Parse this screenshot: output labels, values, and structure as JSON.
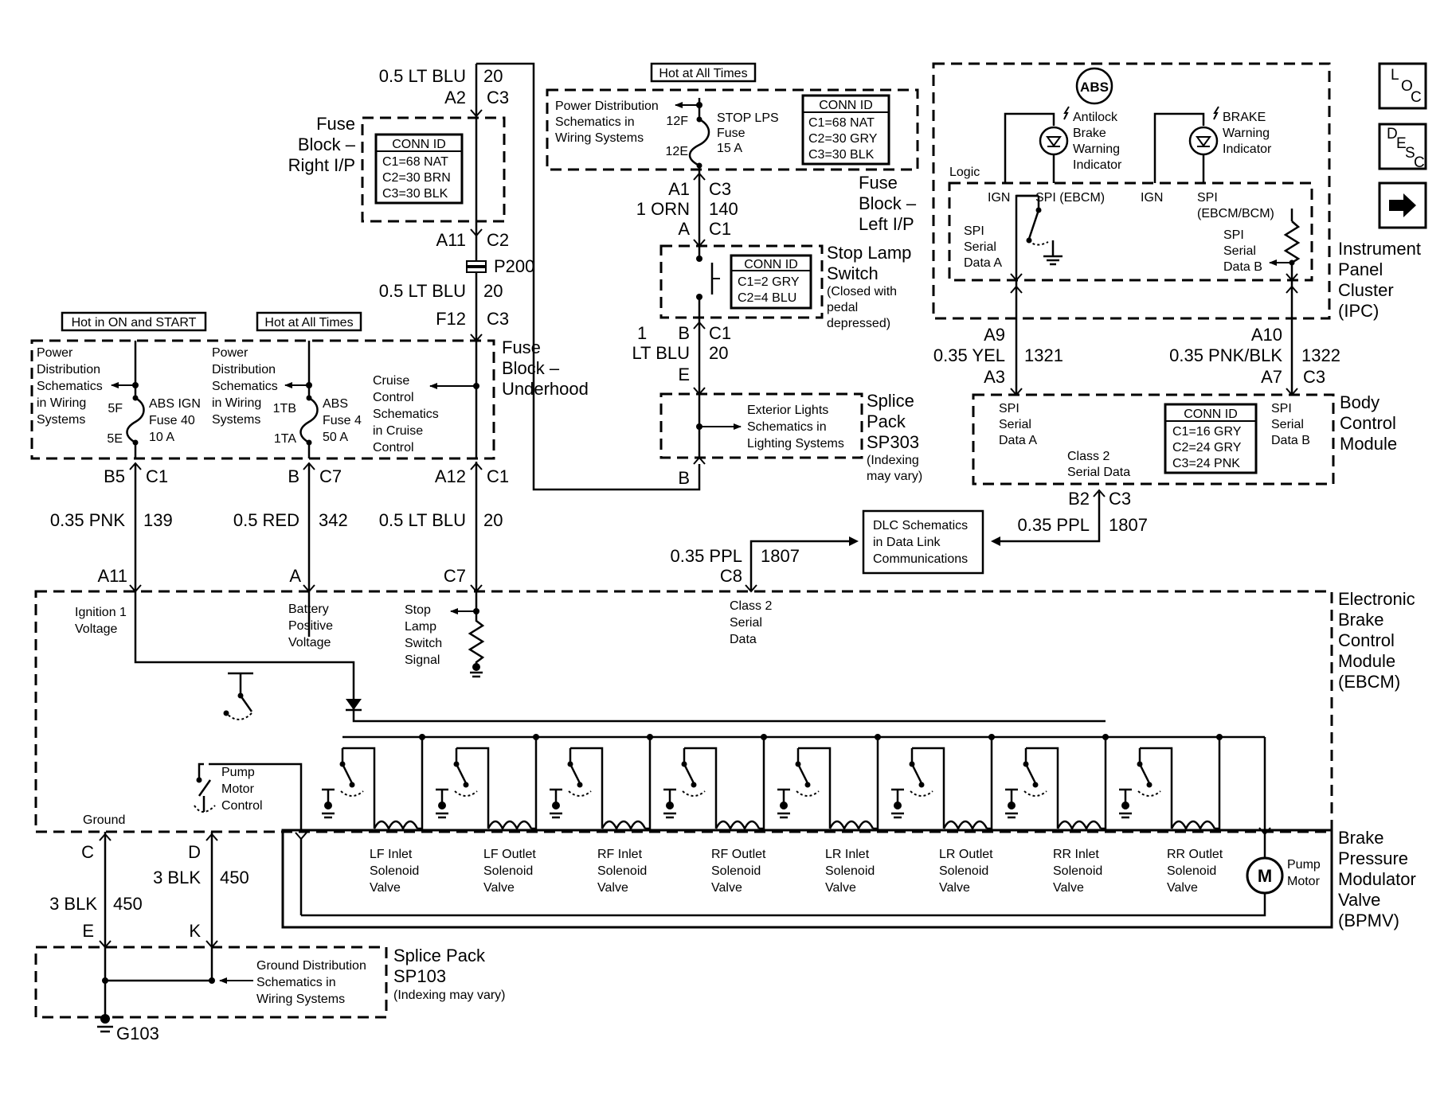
{
  "blocks": {
    "fuse_rip": [
      "Fuse",
      "Block –",
      "Right I/P"
    ],
    "fuse_lip": [
      "Fuse",
      "Block –",
      "Left I/P"
    ],
    "fuse_uh": [
      "Fuse",
      "Block –",
      "Underhood"
    ],
    "stop_sw": [
      "Stop Lamp",
      "Switch"
    ],
    "stop_sw_note": [
      "(Closed with",
      "pedal",
      "depressed)"
    ],
    "sp303": [
      "Splice",
      "Pack",
      "SP303"
    ],
    "sp303_note": [
      "(Indexing",
      "may vary)"
    ],
    "ipc": [
      "Instrument",
      "Panel",
      "Cluster",
      "(IPC)"
    ],
    "bcm": [
      "Body",
      "Control",
      "Module"
    ],
    "ebcm": [
      "Electronic",
      "Brake",
      "Control",
      "Module",
      "(EBCM)"
    ],
    "bpmv": [
      "Brake",
      "Pressure",
      "Modulator",
      "Valve",
      "(BPMV)"
    ],
    "sp103": [
      "Splice Pack",
      "SP103"
    ],
    "sp103_note": "(Indexing may vary)",
    "g103": "G103",
    "p200": "P200"
  },
  "conn_ids": {
    "title": "CONN ID",
    "fuse_rip": [
      "C1=68 NAT",
      "C2=30 BRN",
      "C3=30 BLK"
    ],
    "fuse_lip": [
      "C1=68 NAT",
      "C2=30 GRY",
      "C3=30 BLK"
    ],
    "stop_sw": [
      "C1=2 GRY",
      "C2=4 BLU"
    ],
    "bcm": [
      "C1=16 GRY",
      "C2=24 GRY",
      "C3=24 PNK"
    ]
  },
  "hot_labels": {
    "on_start": "Hot in ON and START",
    "all_times": "Hot at All Times"
  },
  "refs": {
    "pd_lip": [
      "Power Distribution",
      "Schematics in",
      "Wiring Systems"
    ],
    "pd_uh1": [
      "Power",
      "Distribution",
      "Schematics",
      "in Wiring",
      "Systems"
    ],
    "pd_uh2": [
      "Power",
      "Distribution",
      "Schematics",
      "in Wiring",
      "Systems"
    ],
    "cruise": [
      "Cruise",
      "Control",
      "Schematics",
      "in Cruise",
      "Control"
    ],
    "ext_lights": [
      "Exterior Lights",
      "Schematics in",
      "Lighting Systems"
    ],
    "dlc": [
      "DLC Schematics",
      "in Data Link",
      "Communications"
    ],
    "ground": [
      "Ground Distribution",
      "Schematics in",
      "Wiring Systems"
    ]
  },
  "fuses": {
    "stop_lps": [
      "STOP LPS",
      "Fuse",
      "15 A"
    ],
    "abs_ign": [
      "ABS IGN",
      "Fuse 40",
      "10 A"
    ],
    "abs": [
      "ABS",
      "Fuse 4",
      "50 A"
    ]
  },
  "wires": {
    "w20": "0.5 LT BLU",
    "n20": "20",
    "w140": "1 ORN",
    "n140": "140",
    "w1ltblu": "LT BLU",
    "n1": "1",
    "w139": "0.35 PNK",
    "n139": "139",
    "w342": "0.5 RED",
    "n342": "342",
    "w1321": "0.35 YEL",
    "n1321": "1321",
    "w1322": "0.35 PNK/BLK",
    "n1322": "1322",
    "w1807": "0.35 PPL",
    "n1807": "1807",
    "w450": "3 BLK",
    "n450": "450"
  },
  "pins": {
    "A2": "A2",
    "C3": "C3",
    "A11": "A11",
    "C2": "C2",
    "F12": "F12",
    "A1": "A1",
    "A": "A",
    "C1": "C1",
    "B": "B",
    "E": "E",
    "B5": "B5",
    "C7": "C7",
    "A12": "A12",
    "A9": "A9",
    "A3": "A3",
    "A10": "A10",
    "A7": "A7",
    "B2": "B2",
    "C8": "C8",
    "C": "C",
    "D": "D",
    "K": "K",
    "5F": "5F",
    "5E": "5E",
    "1TB": "1TB",
    "1TA": "1TA",
    "12F": "12F",
    "12E": "12E"
  },
  "ipc_text": {
    "abs_logo": "ABS",
    "antilock": [
      "Antilock",
      "Brake",
      "Warning",
      "Indicator"
    ],
    "brake": [
      "BRAKE",
      "Warning",
      "Indicator"
    ],
    "logic": "Logic",
    "ign": "IGN",
    "spi_ebcm": "SPI (EBCM)",
    "spi_ebcm_bcm": [
      "SPI",
      "(EBCM/BCM)"
    ],
    "spi_a": [
      "SPI",
      "Serial",
      "Data A"
    ],
    "spi_b": [
      "SPI",
      "Serial",
      "Data B"
    ]
  },
  "bcm_text": {
    "spi_a": [
      "SPI",
      "Serial",
      "Data A"
    ],
    "spi_b": [
      "SPI",
      "Serial",
      "Data B"
    ],
    "class2": [
      "Class 2",
      "Serial Data"
    ]
  },
  "ebcm_text": {
    "ign1": [
      "Ignition 1",
      "Voltage"
    ],
    "batt": [
      "Battery",
      "Positive",
      "Voltage"
    ],
    "stop_sig": [
      "Stop",
      "Lamp",
      "Switch",
      "Signal"
    ],
    "class2": [
      "Class 2",
      "Serial",
      "Data"
    ],
    "pump_ctrl": [
      "Pump",
      "Motor",
      "Control"
    ],
    "ground": "Ground"
  },
  "valves": [
    [
      "LF Inlet",
      "Solenoid",
      "Valve"
    ],
    [
      "LF Outlet",
      "Solenoid",
      "Valve"
    ],
    [
      "RF Inlet",
      "Solenoid",
      "Valve"
    ],
    [
      "RF Outlet",
      "Solenoid",
      "Valve"
    ],
    [
      "LR Inlet",
      "Solenoid",
      "Valve"
    ],
    [
      "LR Outlet",
      "Solenoid",
      "Valve"
    ],
    [
      "RR Inlet",
      "Solenoid",
      "Valve"
    ],
    [
      "RR Outlet",
      "Solenoid",
      "Valve"
    ]
  ],
  "pump": {
    "symbol": "M",
    "label": [
      "Pump",
      "Motor"
    ]
  },
  "nav": {
    "loc": [
      "L",
      "O",
      "C"
    ],
    "desc": [
      "D",
      "E",
      "S",
      "C"
    ]
  }
}
